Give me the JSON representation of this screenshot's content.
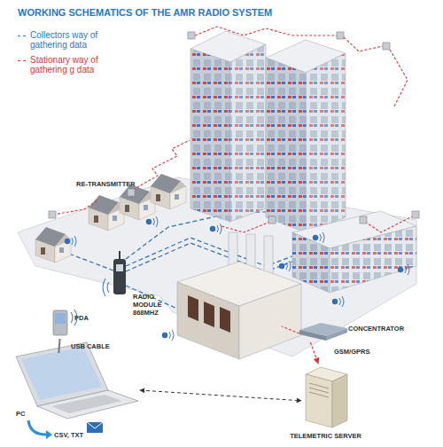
{
  "diagram": {
    "title": "WORKING SCHEMATICS OF THE AMR RADIO SYSTEM",
    "nodes": [
      {
        "text": [
          "PDA"
        ]
      },
      {
        "text": [
          "PC"
        ]
      },
      {
        "text": [
          "CONCENTRATOR"
        ]
      },
      {
        "text": [
          "TELEMETRIC SERVER"
        ]
      }
    ],
    "edges": [
      {
        "from": 0,
        "to": 1,
        "label": "USB CABLE",
        "arrow": "none"
      },
      {
        "from": 2,
        "to": 3,
        "label": "GSM/GPRS",
        "arrow": "to"
      },
      {
        "from": 1,
        "to": 3,
        "arrow": "both"
      }
    ],
    "labels": [
      "RE-TRANSMITTER",
      "RADIO MODULE 868MHZ",
      "CSV, TXT"
    ],
    "legend": [
      {
        "text": "Collectors way of gathering data"
      },
      {
        "text": "Stationary way of gathering g data"
      }
    ]
  }
}
